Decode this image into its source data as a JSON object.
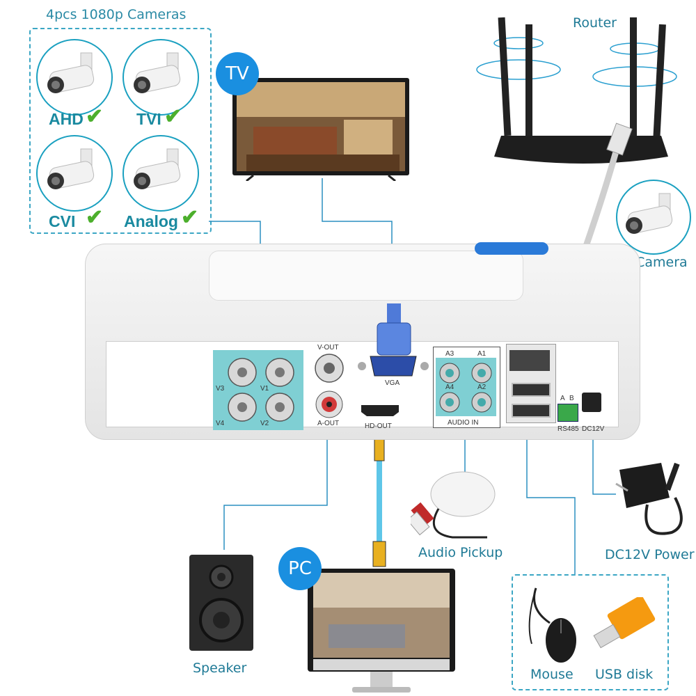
{
  "cameras": {
    "title": "4pcs 1080p Cameras",
    "types": [
      "AHD",
      "TVI",
      "CVI",
      "Analog"
    ]
  },
  "badges": {
    "tv": "TV",
    "pc": "PC"
  },
  "devices": {
    "router": "Router",
    "ip_camera": "IP Camera",
    "audio_pickup": "Audio Pickup",
    "power": "DC12V Power",
    "speaker": "Speaker",
    "mouse": "Mouse",
    "usb": "USB disk"
  },
  "ports": {
    "v_out": "V-OUT",
    "a_out": "A-OUT",
    "vga": "VGA",
    "hd_out": "HD-OUT",
    "audio_in": "AUDIO IN",
    "rs485": "RS485",
    "dc12v": "DC12V",
    "rs_a": "A",
    "rs_b": "B",
    "bnc": [
      "V3",
      "V1",
      "V4",
      "V2"
    ],
    "audio": [
      "A3",
      "A1",
      "A4",
      "A2"
    ]
  },
  "colors": {
    "accent": "#1a8aa0",
    "check": "#4caf2c",
    "badge": "#1a8fe0",
    "port_panel": "#7fcfd3"
  }
}
